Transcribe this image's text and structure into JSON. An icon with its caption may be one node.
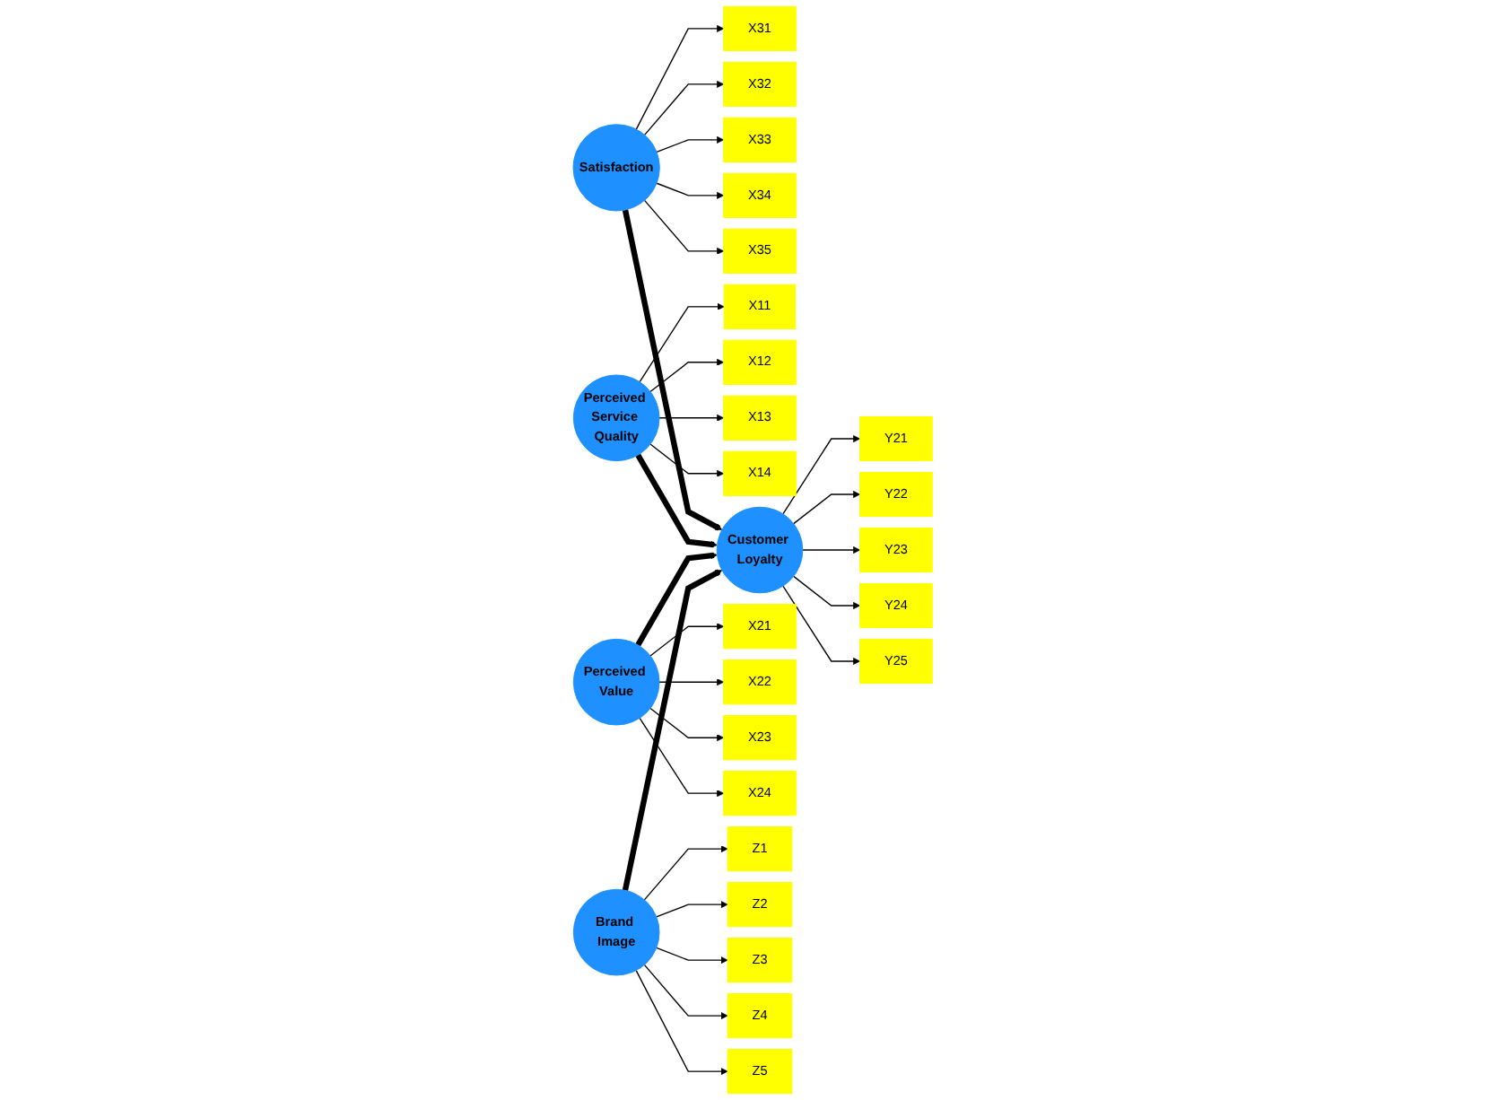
{
  "diagram": {
    "nodes": [
      {
        "text": [
          "X31"
        ]
      },
      {
        "text": [
          "X32"
        ]
      },
      {
        "text": [
          "X33"
        ]
      },
      {
        "text": [
          "X34"
        ]
      },
      {
        "text": [
          "X35"
        ]
      },
      {
        "text": [
          "Satisfaction"
        ]
      },
      {
        "text": [
          "X11"
        ]
      },
      {
        "text": [
          "X12"
        ]
      },
      {
        "text": [
          "X13"
        ]
      },
      {
        "text": [
          "X14"
        ]
      },
      {
        "text": [
          "Perceived Service Quality"
        ]
      },
      {
        "text": [
          "Y21"
        ]
      },
      {
        "text": [
          "Y22"
        ]
      },
      {
        "text": [
          "Y23"
        ]
      },
      {
        "text": [
          "Y24"
        ]
      },
      {
        "text": [
          "Y25"
        ]
      },
      {
        "text": [
          "Customer Loyalty"
        ]
      },
      {
        "text": [
          "X21"
        ]
      },
      {
        "text": [
          "X22"
        ]
      },
      {
        "text": [
          "X23"
        ]
      },
      {
        "text": [
          "X24"
        ]
      },
      {
        "text": [
          "Perceived Value"
        ]
      },
      {
        "text": [
          "Brand Image"
        ]
      },
      {
        "text": [
          "Z1"
        ]
      },
      {
        "text": [
          "Z2"
        ]
      },
      {
        "text": [
          "Z3"
        ]
      },
      {
        "text": [
          "Z4"
        ]
      },
      {
        "text": [
          "Z5"
        ]
      }
    ],
    "edges": [
      {
        "from": 5,
        "to": 16,
        "arrow": "to",
        "style": "thick"
      },
      {
        "from": 10,
        "to": 16,
        "arrow": "to",
        "style": "thick"
      },
      {
        "from": 21,
        "to": 16,
        "arrow": "to",
        "style": "thick"
      },
      {
        "from": 22,
        "to": 16,
        "arrow": "to",
        "style": "thick"
      },
      {
        "from": 5,
        "to": 0,
        "arrow": "to"
      },
      {
        "from": 5,
        "to": 1,
        "arrow": "to"
      },
      {
        "from": 5,
        "to": 2,
        "arrow": "to"
      },
      {
        "from": 5,
        "to": 3,
        "arrow": "to"
      },
      {
        "from": 5,
        "to": 4,
        "arrow": "to"
      },
      {
        "from": 10,
        "to": 6,
        "arrow": "to"
      },
      {
        "from": 10,
        "to": 7,
        "arrow": "to"
      },
      {
        "from": 10,
        "to": 8,
        "arrow": "to"
      },
      {
        "from": 10,
        "to": 9,
        "arrow": "to"
      },
      {
        "from": 16,
        "to": 11,
        "arrow": "to"
      },
      {
        "from": 16,
        "to": 12,
        "arrow": "to"
      },
      {
        "from": 16,
        "to": 13,
        "arrow": "to"
      },
      {
        "from": 16,
        "to": 14,
        "arrow": "to"
      },
      {
        "from": 16,
        "to": 15,
        "arrow": "to"
      },
      {
        "from": 21,
        "to": 17,
        "arrow": "to"
      },
      {
        "from": 21,
        "to": 18,
        "arrow": "to"
      },
      {
        "from": 21,
        "to": 19,
        "arrow": "to"
      },
      {
        "from": 21,
        "to": 20,
        "arrow": "to"
      },
      {
        "from": 22,
        "to": 23,
        "arrow": "to"
      },
      {
        "from": 22,
        "to": 24,
        "arrow": "to"
      },
      {
        "from": 22,
        "to": 25,
        "arrow": "to"
      },
      {
        "from": 22,
        "to": 26,
        "arrow": "to"
      },
      {
        "from": 22,
        "to": 27,
        "arrow": "to"
      }
    ]
  }
}
